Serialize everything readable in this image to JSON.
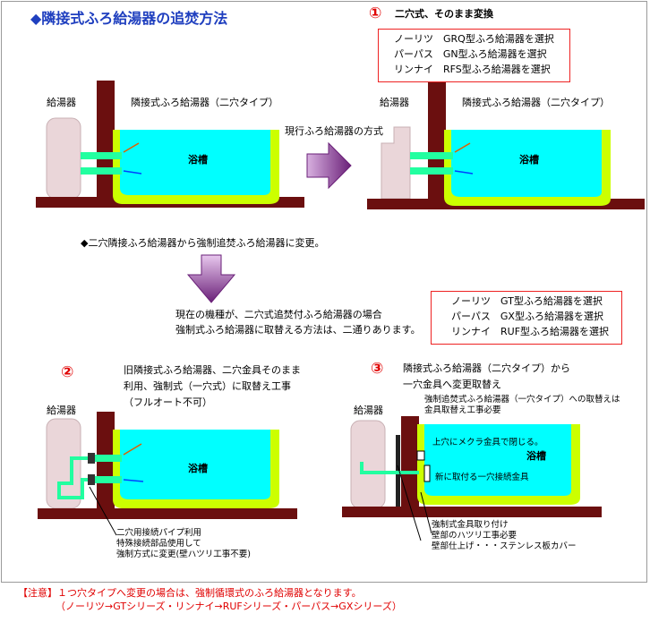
{
  "title": "◆隣接式ふろ給湯器の追焚方法",
  "option1": {
    "num": "①",
    "heading": "二穴式、そのまま変換",
    "models": [
      "ノーリツ　GRQ型ふろ給湯器を選択",
      "パーパス　GN型ふろ給湯器を選択",
      "リンナイ　RFS型ふろ給湯器を選択"
    ]
  },
  "panel_top_left": {
    "heater": "給湯器",
    "unit": "隣接式ふろ給湯器（二穴タイプ）",
    "bath": "浴槽",
    "current_method": "現行ふろ給湯器の方式"
  },
  "panel_top_right": {
    "heater": "給湯器",
    "unit": "隣接式ふろ給湯器（二穴タイプ）",
    "bath": "浴槽"
  },
  "change_note": "◆二穴隣接ふろ給湯器から強制追焚ふろ給湯器に変更。",
  "current_models_text": [
    "現在の機種が、二穴式追焚付ふろ給湯器の場合",
    "強制式ふろ給湯器に取替える方法は、二通りあります。"
  ],
  "forced_models": [
    "ノーリツ　GT型ふろ給湯器を選択",
    "パーパス　GX型ふろ給湯器を選択",
    "リンナイ　RUF型ふろ給湯器を選択"
  ],
  "option2": {
    "num": "②",
    "desc": [
      "旧隣接式ふろ給湯器、二穴金具そのまま",
      "利用、強制式（一穴式）に取替え工事",
      "（フルオート不可）"
    ],
    "heater": "給湯器",
    "bath": "浴槽",
    "callout": [
      "二穴用接続パイプ利用",
      "特殊接続部品使用して",
      "強制方式に変更(壁ハツリ工事不要)"
    ]
  },
  "option3": {
    "num": "③",
    "desc": [
      "隣接式ふろ給湯器（二穴タイプ）から",
      "一穴金具へ変更取替え"
    ],
    "subnote": [
      "強制追焚式ふろ給湯器（一穴タイプ）への取替えは",
      "金具取替え工事必要"
    ],
    "heater": "給湯器",
    "bath": "浴槽",
    "upper_hole": "上穴にメクラ金具で閉じる。",
    "new_fitting": "新に取付る一穴接続金具",
    "bottom_notes": [
      "強制式金具取り付け",
      "壁部のハツリ工事必要",
      "壁部仕上げ・・・ステンレス板カバー"
    ]
  },
  "caution": [
    "【注意】１つ穴タイプへ変更の場合は、強制循環式のふろ給湯器となります。",
    "（ノーリツ→GTシリーズ・リンナイ→RUFシリーズ・パーパス→GXシリーズ）"
  ],
  "colors": {
    "water": "#00ffff",
    "tub_rim": "#ccff00",
    "wall": "#6b0f0f",
    "heater": "#ead6d9",
    "pipe": "#22ffa0",
    "accent": "#ee2222",
    "title": "#1f3fbf",
    "arrow": "#7a2a8a"
  }
}
